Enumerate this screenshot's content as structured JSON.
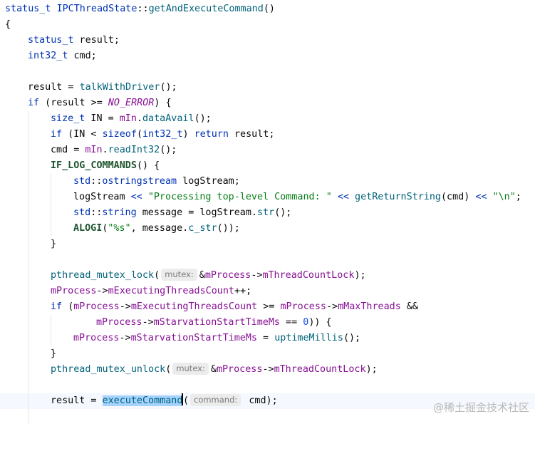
{
  "editor": {
    "signature": {
      "return_type": "status_t",
      "class_name": "IPCThreadState",
      "scope_op": "::",
      "method": "getAndExecuteCommand",
      "parens": "()"
    },
    "lines": {
      "open_brace": "{",
      "decl_result_type": "status_t",
      "decl_result_rest": " result;",
      "decl_cmd_type": "int32_t",
      "decl_cmd_rest": " cmd;",
      "assign_result_a": "result = ",
      "talk_with_driver": "talkWithDriver",
      "call_end": "();",
      "if_kw": "if",
      "if_cond_a": " (result >= ",
      "no_error": "NO_ERROR",
      "if_cond_b": ") {",
      "size_t": "size_t",
      "in_decl_a": " IN = ",
      "m_in": "mIn",
      "dot": ".",
      "data_avail": "dataAvail",
      "if_in_a": " (IN < ",
      "sizeof_kw": "sizeof",
      "paren_open": "(",
      "int32_t": "int32_t",
      "paren_close_sp": ") ",
      "return_kw": "return",
      "return_rest": " result;",
      "cmd_assign": "cmd = ",
      "read_int32": "readInt32",
      "if_log_commands": "IF_LOG_COMMANDS",
      "brace_call": "() {",
      "std": "std",
      "ostringstream": "ostringstream",
      "log_stream_decl": " logStream;",
      "log_stream": "logStream",
      "shift_a": " << ",
      "str_processing": "\"Processing top-level Command: \"",
      "get_return_string": "getReturnString",
      "cmd_arg": "(cmd)",
      "str_newline": "\"\\n\"",
      "semi": ";",
      "string_kw": "string",
      "message_decl": " message = logStream.",
      "str_fn": "str",
      "alogi": "ALOGI",
      "str_fmt": "\"%s\"",
      "message_cstr_a": ", message.",
      "c_str": "c_str",
      "message_cstr_b": "());",
      "close_brace": "}",
      "mutex_lock": "pthread_mutex_lock",
      "mutex_hint": "mutex:",
      "amp": "&",
      "m_process": "mProcess",
      "arrow": "->",
      "m_thread_count_lock": "mThreadCountLock",
      "close_call": ");",
      "m_executing_threads_count": "mExecutingThreadsCount",
      "incr": "++;",
      "ge": " >= ",
      "m_max_threads": "mMaxThreads",
      "and_and": " &&",
      "m_starvation_start_time_ms": "mStarvationStartTimeMs",
      "eq_eq": " == ",
      "zero": "0",
      "close_if": ")) {",
      "assign_eq": " = ",
      "uptime_millis": "uptimeMillis",
      "mutex_unlock": "pthread_mutex_unlock",
      "execute_command": "executeCommand",
      "command_hint": "command:",
      "cmd_end": " cmd);"
    }
  },
  "watermark": "@稀土掘金技术社区",
  "colors": {
    "keyword": "#0033b3",
    "function": "#00627a",
    "field": "#871094",
    "macro": "#1f542e",
    "string": "#067d17",
    "number": "#1750eb",
    "selection": "#a6d2ff",
    "current_line": "#f5f8fe"
  }
}
